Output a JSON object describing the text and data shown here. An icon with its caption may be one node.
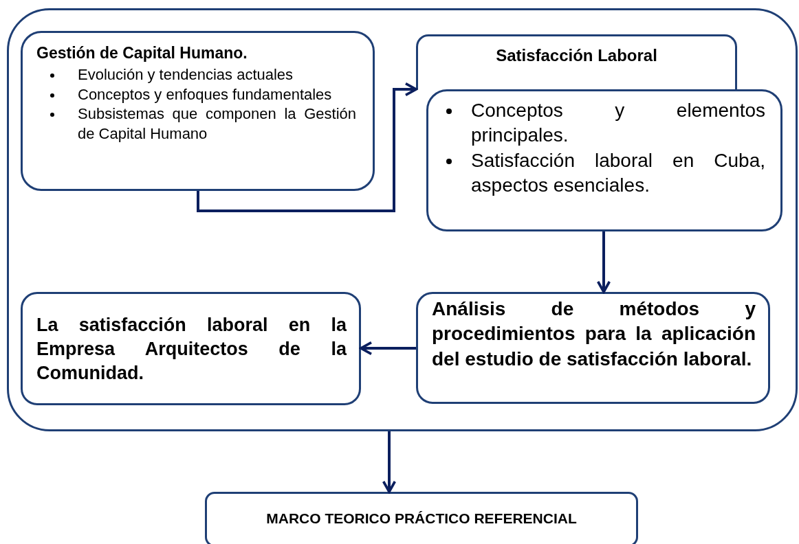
{
  "diagram": {
    "nodes": [
      {
        "text": [],
        "shape": "box"
      },
      {
        "text": [
          "Gestión de Capital Humano.",
          "Evolución y tendencias actuales",
          "Conceptos y enfoques fundamentales",
          "Subsistemas que componen la Gestión de Capital Humano"
        ],
        "in": 0
      },
      {
        "text": [
          "Satisfacción Laboral"
        ],
        "in": 0
      },
      {
        "text": [
          "Conceptos y elementos principales.",
          "Satisfacción laboral en Cuba, aspectos esenciales."
        ],
        "in": 0
      },
      {
        "text": [
          "Análisis de métodos y procedimientos para la aplicación del estudio de satisfacción laboral."
        ],
        "in": 0
      },
      {
        "text": [
          "La satisfacción laboral en la Empresa Arquitectos de la Comunidad."
        ],
        "in": 0
      },
      {
        "text": [
          "MARCO TEORICO PRÁCTICO REFERENCIAL"
        ]
      }
    ],
    "edges": [
      {
        "from": 1,
        "to": 2,
        "arrow": "to"
      },
      {
        "from": 3,
        "to": 4,
        "arrow": "to"
      },
      {
        "from": 4,
        "to": 5,
        "arrow": "to"
      },
      {
        "from": 0,
        "to": 6,
        "arrow": "to"
      }
    ]
  }
}
